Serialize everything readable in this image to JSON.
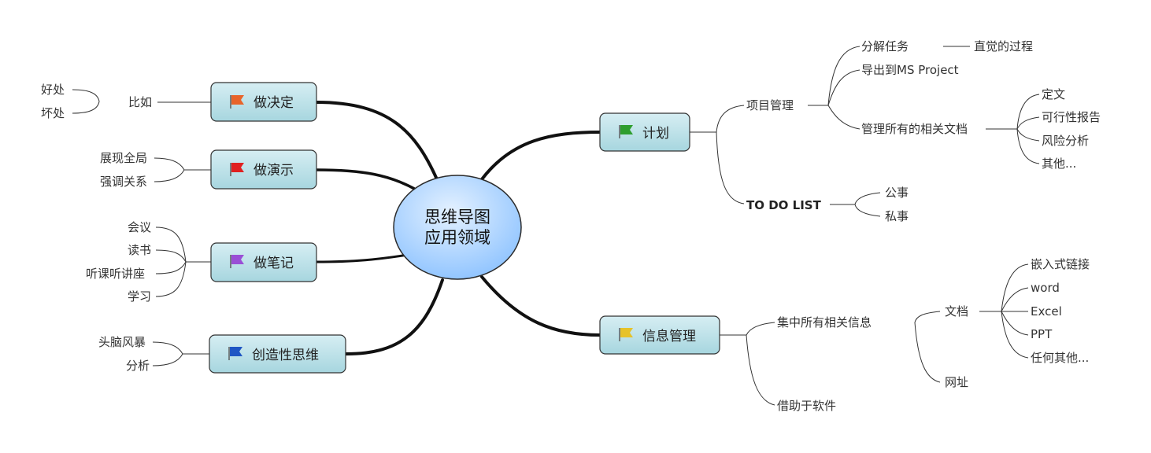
{
  "center": {
    "line1": "思维导图",
    "line2": "应用领域"
  },
  "left": {
    "decide": {
      "label": "做决定",
      "flag": "#e8642a",
      "sub": "比如",
      "items": [
        "好处",
        "坏处"
      ]
    },
    "present": {
      "label": "做演示",
      "flag": "#e02020",
      "items": [
        "展现全局",
        "强调关系"
      ]
    },
    "notes": {
      "label": "做笔记",
      "flag": "#9a4fd6",
      "items": [
        "会议",
        "读书",
        "听课听讲座",
        "学习"
      ]
    },
    "creative": {
      "label": "创造性思维",
      "flag": "#1f56c4",
      "items": [
        "头脑风暴",
        "分析"
      ]
    }
  },
  "right": {
    "plan": {
      "label": "计划",
      "flag": "#2e9e2e",
      "project": {
        "label": "项目管理",
        "breakdown": "分解任务",
        "intuition": "直觉的过程",
        "export": "导出到MS Project",
        "docs": "管理所有的相关文档",
        "doc_items": [
          "定文",
          "可行性报告",
          "风险分析",
          "其他..."
        ]
      },
      "todo": {
        "label": "TO DO LIST",
        "items": [
          "公事",
          "私事"
        ]
      }
    },
    "info": {
      "label": "信息管理",
      "flag": "#e6c229",
      "gather": {
        "label": "集中所有相关信息",
        "doc": "文档",
        "doc_items": [
          "嵌入式链接",
          "word",
          "Excel",
          "PPT",
          "任何其他..."
        ],
        "url": "网址"
      },
      "software": "借助于软件"
    }
  }
}
